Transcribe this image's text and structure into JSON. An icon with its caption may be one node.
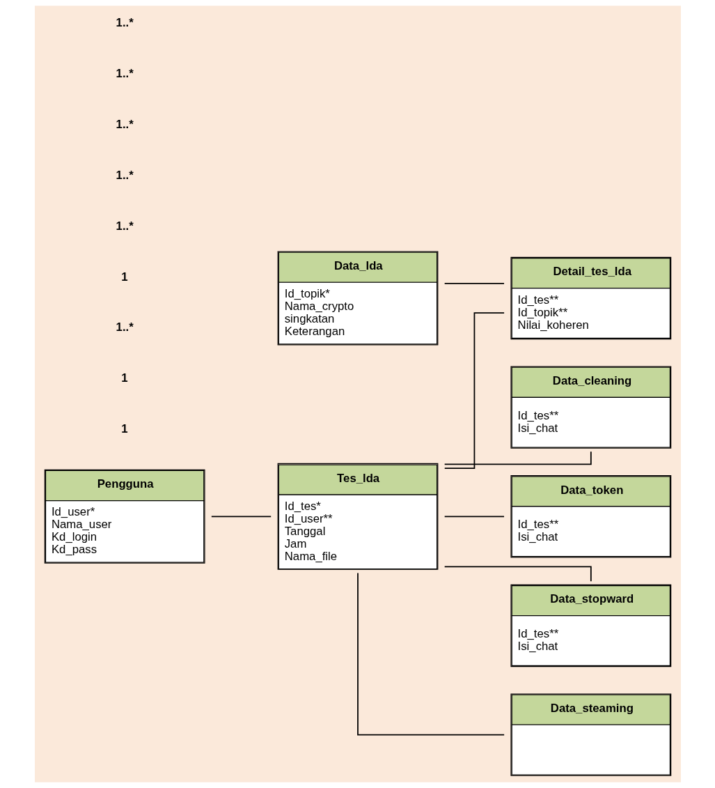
{
  "diagram": {
    "nodes": [
      {
        "text": [
          "Pengguna",
          "Id_user*",
          "Nama_user",
          "Kd_login",
          "Kd_pass"
        ]
      },
      {
        "text": [
          "Data_lda",
          "Id_topik*",
          "Nama_crypto",
          "singkatan",
          "Keterangan"
        ]
      },
      {
        "text": [
          "Tes_lda",
          "Id_tes*",
          "Id_user**",
          "Tanggal",
          "Jam",
          "Nama_file"
        ]
      },
      {
        "text": [
          "Detail_tes_lda",
          "Id_tes**",
          "Id_topik**",
          "Nilai_koheren"
        ]
      },
      {
        "text": [
          "Data_cleaning",
          "Id_tes**",
          "Isi_chat"
        ]
      },
      {
        "text": [
          "Data_token",
          "Id_tes**",
          "Isi_chat"
        ]
      },
      {
        "text": [
          "Data_stopward",
          "Id_tes**",
          "Isi_chat"
        ]
      },
      {
        "text": [
          "Data_steaming"
        ]
      }
    ],
    "edges": [
      {
        "from": 0,
        "to": 2,
        "arrow": "none"
      },
      {
        "from": 1,
        "to": 3,
        "arrow": "none"
      },
      {
        "from": 2,
        "to": 3,
        "arrow": "none"
      },
      {
        "from": 2,
        "to": 4,
        "arrow": "none"
      },
      {
        "from": 2,
        "to": 5,
        "arrow": "none"
      },
      {
        "from": 2,
        "to": 6,
        "arrow": "none"
      },
      {
        "from": 2,
        "to": 7,
        "arrow": "none"
      }
    ],
    "labels": [
      "1",
      "1",
      "1..*",
      "1",
      "1..*",
      "1..*",
      "1..*",
      "1..*",
      "1..*"
    ]
  }
}
